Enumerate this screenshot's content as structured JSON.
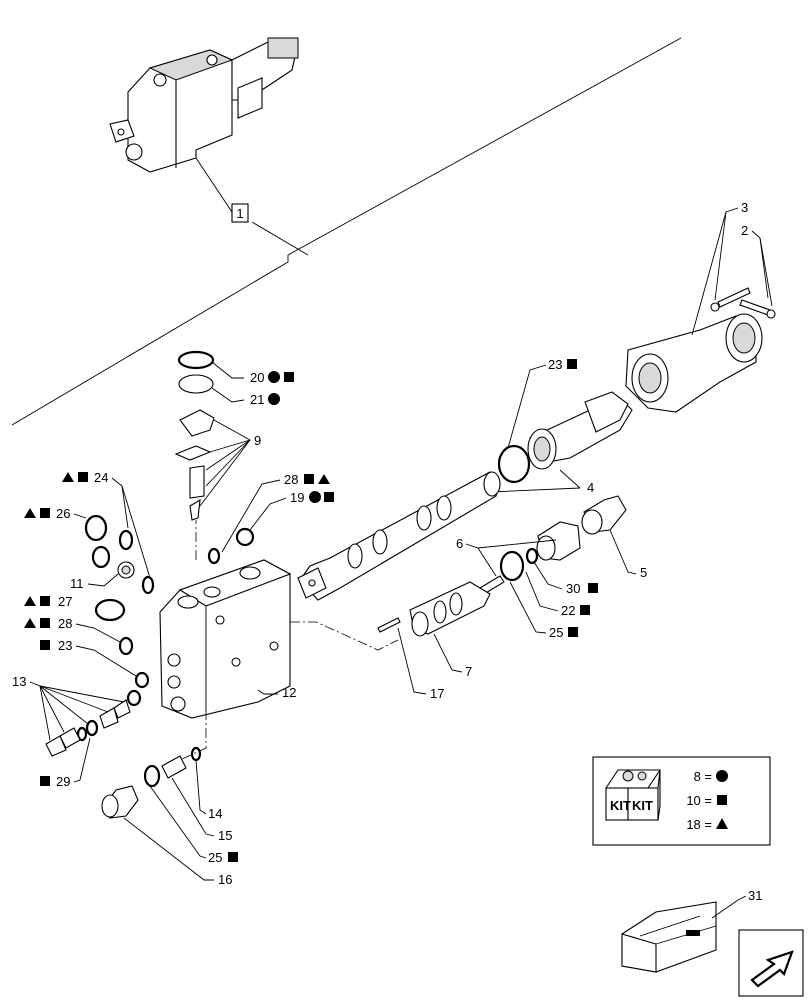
{
  "callouts": {
    "c1": "1",
    "c2": "2",
    "c3": "3",
    "c4": "4",
    "c5": "5",
    "c6": "6",
    "c7": "7",
    "c9": "9",
    "c11": "11",
    "c12": "12",
    "c13": "13",
    "c14": "14",
    "c15": "15",
    "c16": "16",
    "c17": "17",
    "c19": "19",
    "c20": "20",
    "c21": "21",
    "c22": "22",
    "c23a": "23",
    "c23b": "23",
    "c24": "24",
    "c25a": "25",
    "c25b": "25",
    "c26": "26",
    "c27": "27",
    "c28a": "28",
    "c28b": "28",
    "c29": "29",
    "c30": "30",
    "c31": "31"
  },
  "legend": {
    "kit_label_left": "KIT",
    "kit_label_right": "KIT",
    "rows": [
      {
        "text": "8 =",
        "symbol": "circle"
      },
      {
        "text": "10 =",
        "symbol": "square"
      },
      {
        "text": "18 =",
        "symbol": "triangle"
      }
    ]
  },
  "symbols": {
    "circle": "circle-symbol",
    "square": "square-symbol",
    "triangle": "triangle-symbol"
  },
  "colors": {
    "ink": "#000000",
    "paper": "#ffffff",
    "shade": "#d9d9d9"
  }
}
